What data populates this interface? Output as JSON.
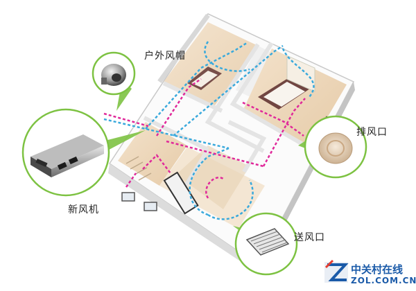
{
  "labels": {
    "outdoor_hood": "户外风帽",
    "fresh_air_unit": "新风机",
    "exhaust_vent": "排风口",
    "supply_vent": "送风口"
  },
  "watermark": {
    "text_cn": "中关村在线",
    "text_en": "ZOL.COM.CN"
  },
  "colors": {
    "supply_flow": "#39a9dc",
    "exhaust_flow": "#e0289a",
    "leader": "#7dc242",
    "brand": "#1a5aa8"
  },
  "icons": [
    "outdoor-hood-icon",
    "fresh-air-unit-icon",
    "exhaust-vent-icon",
    "supply-vent-icon",
    "zol-logo-icon"
  ]
}
